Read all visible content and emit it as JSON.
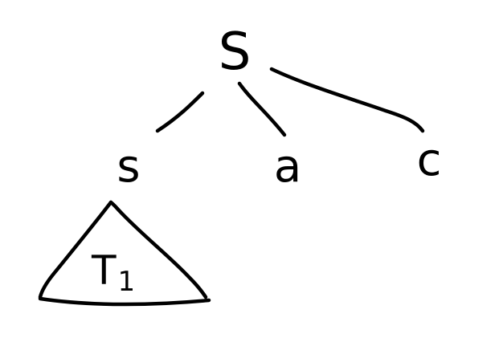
{
  "tree": {
    "root": {
      "label": "S"
    },
    "children": [
      {
        "label": "s"
      },
      {
        "label": "a"
      },
      {
        "label": "c"
      }
    ],
    "subtree": {
      "label": "T",
      "subscript": "1"
    }
  }
}
